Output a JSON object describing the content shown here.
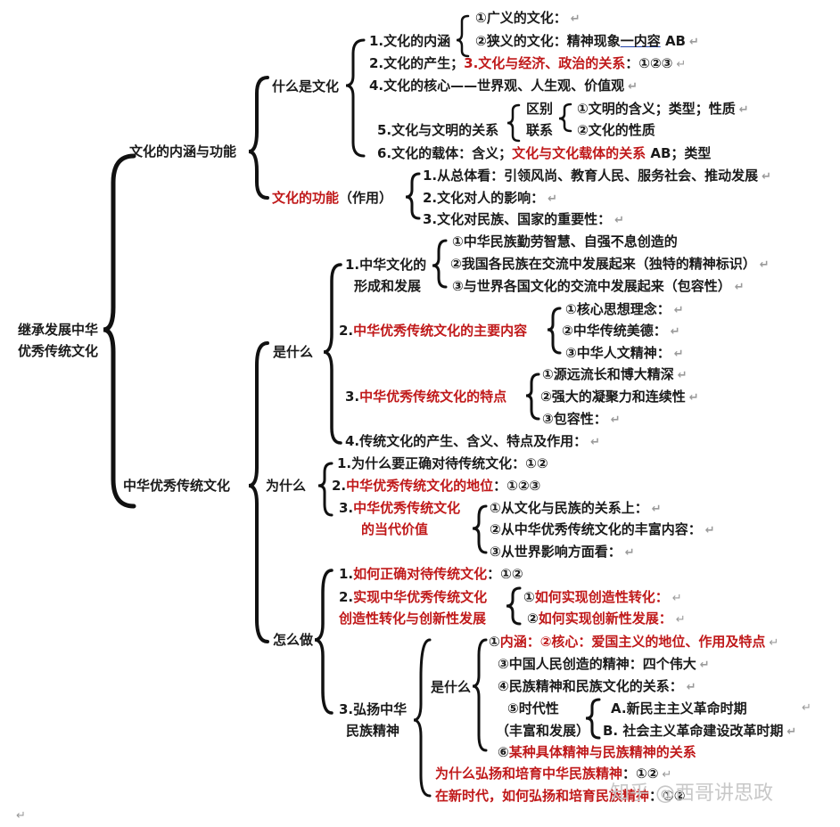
{
  "root": "继承发展中华优秀传统文化",
  "root_line1": "继承发展中华",
  "root_line2": "优秀传统文化",
  "culture": {
    "title": "文化的内涵与功能",
    "what": {
      "label": "什么是文化",
      "connotation": {
        "label": "1.文化的内涵",
        "broad": "①广义的文化：",
        "narrow_a": "②狭义的文化：精神现象",
        "narrow_b": "一内容",
        "narrow_c": " AB"
      },
      "origin_a": "2.文化的产生；",
      "origin_b": "3.文化与经济、政治的关系",
      "origin_c": "：①②③",
      "core": "4.文化的核心——世界观、人生观、价值观",
      "civilization": {
        "label": "5.文化与文明的关系",
        "diff": "区别",
        "link": "联系",
        "civ_def": "①文明的含义；类型；性质",
        "culture_nature": "②文化的性质"
      },
      "carrier_a": "6.文化的载体：含义；",
      "carrier_b": "文化与文化载体的关系",
      "carrier_c": " AB；类型"
    },
    "function": {
      "label_a": "文化的功能",
      "label_b": "（作用）",
      "items": [
        "1.从总体看：引领风尚、教育人民、服务社会、推动发展",
        "2.文化对人的影响：",
        "3.文化对民族、国家的重要性："
      ]
    }
  },
  "tradition": {
    "title": "中华优秀传统文化",
    "what": {
      "label": "是什么",
      "formation": {
        "label1": "1.中华文化的",
        "label2": "形成和发展",
        "items": [
          "①中华民族勤劳智慧、自强不息创造的",
          "②我国各民族在交流中发展起来（独特的精神标识）",
          "③与世界各国文化的交流中发展起来（包容性）"
        ]
      },
      "content": {
        "num": "2.",
        "label": "中华优秀传统文化的主要内容",
        "items": [
          "①核心思想理念：",
          "②中华传统美德：",
          "③中华人文精神："
        ]
      },
      "features": {
        "num": "3.",
        "label": "中华优秀传统文化的特点",
        "items": [
          "①源远流长和博大精深",
          "②强大的凝聚力和连续性",
          "③包容性："
        ]
      },
      "item4": "4.传统文化的产生、含义、特点及作用："
    },
    "why": {
      "label": "为什么",
      "i1": "1.为什么要正确对待传统文化：①②",
      "i2_num": "2.",
      "i2_label": "中华优秀传统文化的地位",
      "i2_tail": "：①②③",
      "i3_num": "3.",
      "i3_label1": "中华优秀传统文化",
      "i3_label2": "的当代价值",
      "i3_items": [
        "①从文化与民族的关系上：",
        "②从中华优秀传统文化的丰富内容：",
        "③从世界影响方面看："
      ]
    },
    "how": {
      "label": "怎么做",
      "i1_num": "1.",
      "i1_label": "如何正确对待传统文化",
      "i1_tail": "：①②",
      "i2_num": "2.",
      "i2_label1": "实现中华优秀传统文化",
      "i2_label2": "创造性转化与创新性发展",
      "i2_items": [
        "如何实现创造性转化：",
        "如何实现创新性发展："
      ],
      "i2_marks": [
        "①",
        "②"
      ],
      "spirit": {
        "label1": "3.弘扬中华",
        "label2": "民族精神",
        "what_label": "是什么",
        "r1_a": "①",
        "r1_b": "内涵：②核心：爱国主义的地位、作用及特点",
        "r2": "③中国人民创造的精神：四个伟大",
        "r3": "④民族精神和民族文化的关系：",
        "era1": "⑤时代性",
        "era2": "（丰富和发展）",
        "era_a": "A.新民主主义革命时期",
        "era_b": "B. 社会主义革命建设改革时期",
        "r6_a": "⑥",
        "r6_b": "某种具体精神与民族精神的关系",
        "why_red": "为什么弘扬和培育中华民族精神",
        "why_tail": "：①②",
        "new_era_red": "在新时代，如何弘扬和培育民族精神",
        "new_era_tail": "：①②"
      }
    }
  },
  "watermark": "知乎 @西哥讲思政",
  "mark": "↵"
}
